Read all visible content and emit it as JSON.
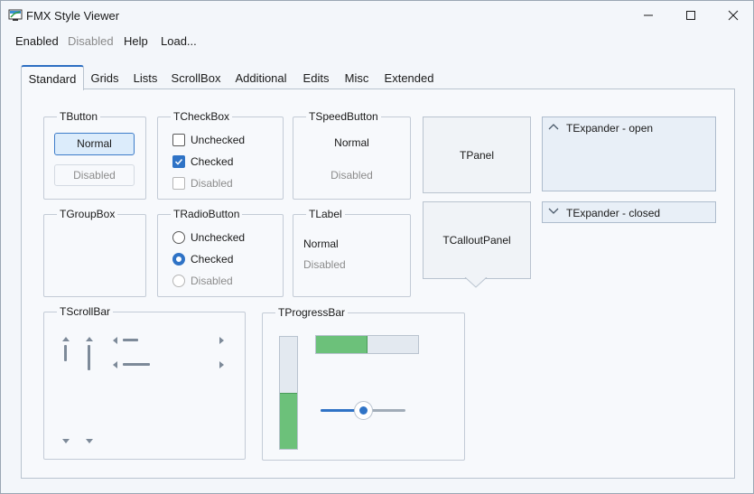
{
  "window": {
    "title": "FMX Style Viewer"
  },
  "menu": [
    {
      "label": "Enabled",
      "disabled": false
    },
    {
      "label": "Disabled",
      "disabled": true
    },
    {
      "label": "Help",
      "disabled": false
    },
    {
      "label": "Load...",
      "disabled": false
    }
  ],
  "tabs": [
    "Standard",
    "Grids",
    "Lists",
    "ScrollBox",
    "Additional",
    "Edits",
    "Misc",
    "Extended"
  ],
  "active_tab": "Standard",
  "tbutton": {
    "title": "TButton",
    "normal": "Normal",
    "disabled": "Disabled"
  },
  "tcheckbox": {
    "title": "TCheckBox",
    "unchecked": "Unchecked",
    "checked": "Checked",
    "disabled": "Disabled"
  },
  "tspeedbutton": {
    "title": "TSpeedButton",
    "normal": "Normal",
    "disabled": "Disabled"
  },
  "tpanel": {
    "label": "TPanel"
  },
  "tcalloutpanel": {
    "label": "TCalloutPanel"
  },
  "texpander_open": {
    "label": "TExpander - open"
  },
  "texpander_closed": {
    "label": "TExpander - closed"
  },
  "tgroupbox": {
    "title": "TGroupBox"
  },
  "tradiobutton": {
    "title": "TRadioButton",
    "unchecked": "Unchecked",
    "checked": "Checked",
    "disabled": "Disabled"
  },
  "tlabel": {
    "title": "TLabel",
    "normal": "Normal",
    "disabled": "Disabled"
  },
  "tscrollbar": {
    "title": "TScrollBar"
  },
  "tprogressbar": {
    "title": "TProgressBar",
    "vertical_progress": 0.5,
    "horizontal_progress": 0.5,
    "slider_value": 0.5
  },
  "colors": {
    "accent": "#2f73c6",
    "progress_fill": "#6cc17a",
    "progress_track": "#e3e9f0",
    "scroll_gray": "#7d8a99"
  }
}
